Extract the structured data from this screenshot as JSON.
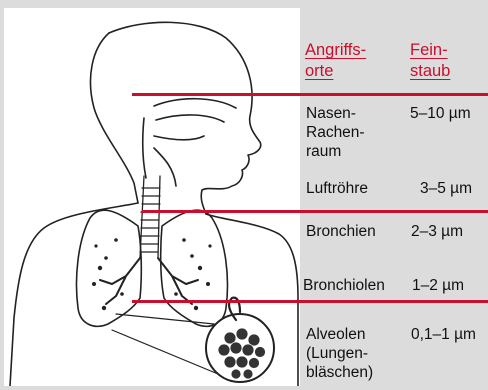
{
  "header": {
    "site": "Angriffs-\norte",
    "dust": "Fein-\nstaub"
  },
  "rows": [
    {
      "site": "Nasen-\nRachen-\nraum",
      "size": "5–10 µm"
    },
    {
      "site": "Luftröhre",
      "size": "3–5 µm"
    },
    {
      "site": "Bronchien",
      "size": "2–3 µm"
    },
    {
      "site": "Bronchiolen",
      "size": "1–2 µm"
    },
    {
      "site": "Alveolen\n(Lungen-\nbläschen)",
      "size": "0,1–1 µm"
    }
  ],
  "colors": {
    "accent": "#c8102e",
    "background": "#dcdcdc",
    "panel": "#ffffff"
  }
}
